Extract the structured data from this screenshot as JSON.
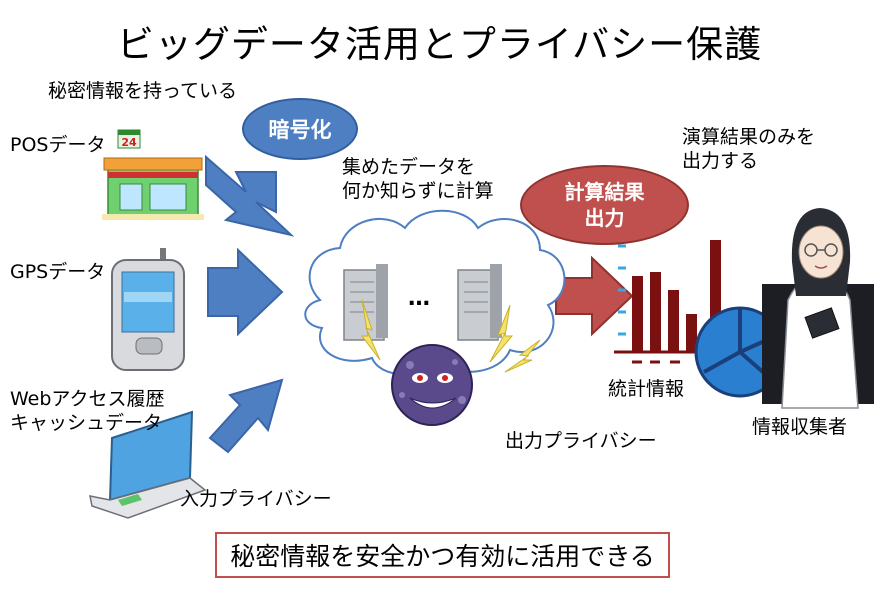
{
  "title": "ビッグデータ活用とプライバシー保護",
  "labels": {
    "secret_info": "秘密情報を持っている",
    "pos": "POSデータ",
    "gps": "GPSデータ",
    "web_line1": "Webアクセス履歴",
    "web_line2": "キャッシュデータ",
    "input_privacy": "入力プライバシー",
    "collected_line1": "集めたデータを",
    "collected_line2": "何か知らずに計算",
    "result_line1": "演算結果のみを",
    "result_line2": "出力する",
    "stats": "統計情報",
    "output_privacy": "出力プライバシー",
    "collector": "情報収集者",
    "ellipsis": "…",
    "store_sign": "24"
  },
  "bubbles": {
    "encrypt": "暗号化",
    "compute_line1": "計算結果",
    "compute_line2": "出力"
  },
  "bottom_message": "秘密情報を安全かつ有効に活用できる",
  "colors": {
    "arrow_blue": "#4f7fc3",
    "arrow_red": "#c0504d",
    "bar_dark": "#7a1010",
    "pie_blue": "#2a7fd0"
  }
}
